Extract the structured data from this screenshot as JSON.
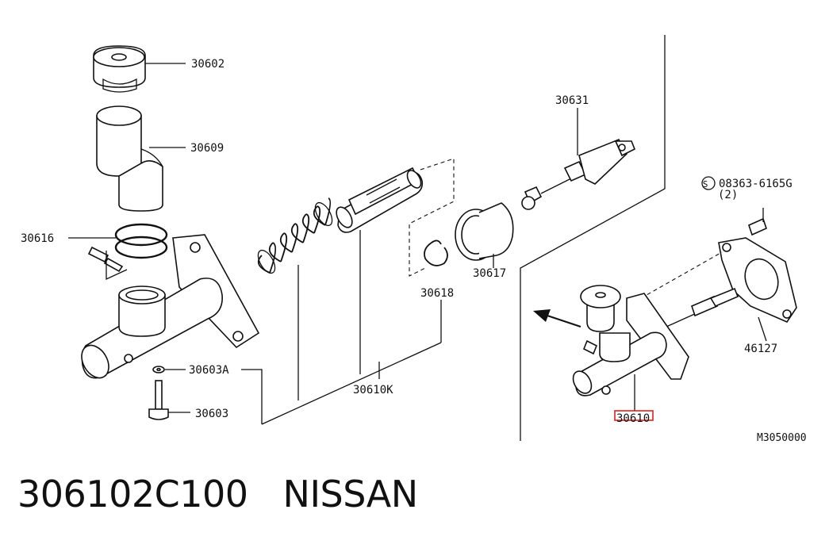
{
  "diagram": {
    "labels": {
      "p30602": "30602",
      "p30609": "30609",
      "p30616": "30616",
      "p30603A": "30603A",
      "p30603": "30603",
      "p30610K": "30610K",
      "p30618": "30618",
      "p30617": "30617",
      "p30631": "30631",
      "bolt_code": "08363-6165G",
      "bolt_qty": "(2)",
      "bolt_marker": "S",
      "p46127": "46127",
      "p30610": "30610",
      "ref_code": "M3050000"
    },
    "highlight_color": "#e02020"
  },
  "caption": {
    "part_number": "306102C100",
    "brand": "NISSAN"
  }
}
